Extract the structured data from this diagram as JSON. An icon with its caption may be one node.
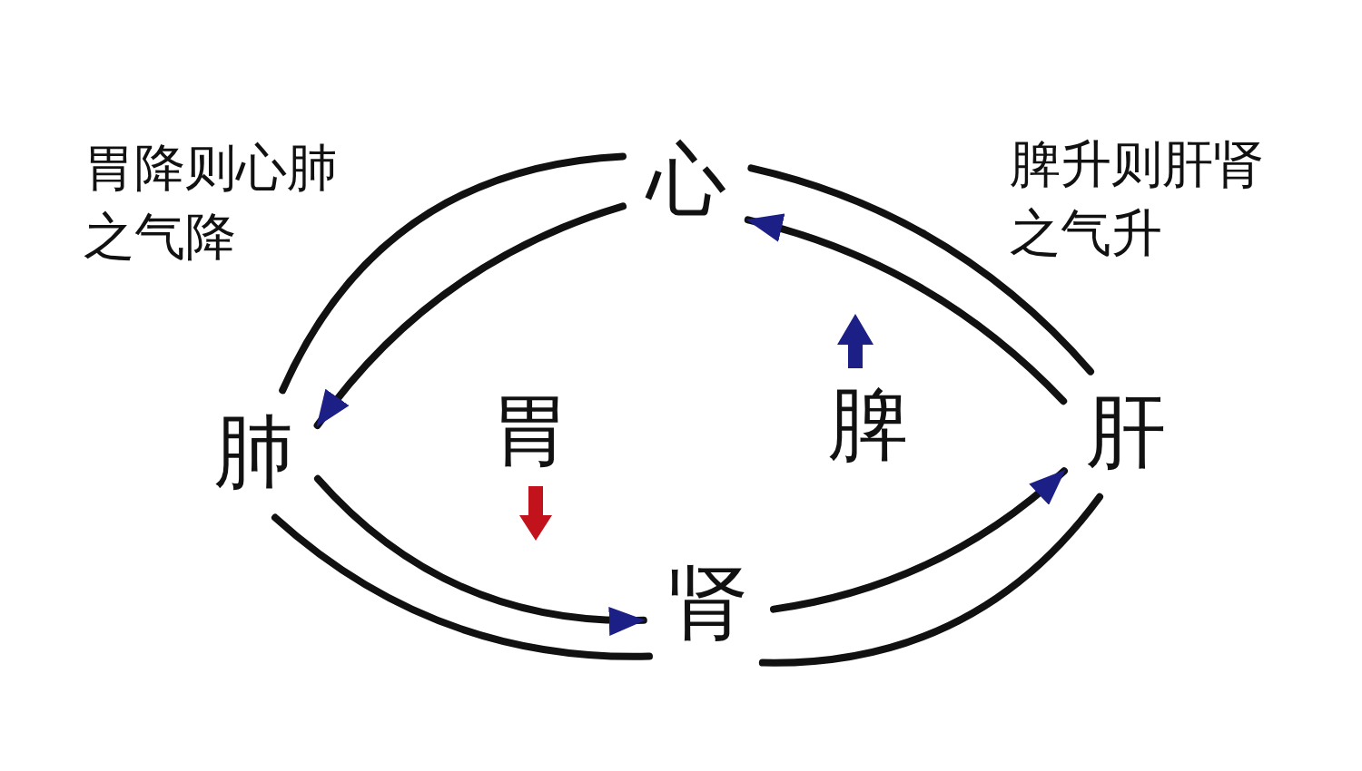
{
  "diagram": {
    "nodes": [
      {
        "text": [
          "心"
        ]
      },
      {
        "text": [
          "肺"
        ]
      },
      {
        "text": [
          "胃"
        ]
      },
      {
        "text": [
          "脾"
        ]
      },
      {
        "text": [
          "肝"
        ]
      },
      {
        "text": [
          "肾"
        ]
      }
    ],
    "edges": [
      {
        "from": 0,
        "to": 1,
        "arrow": "to"
      },
      {
        "from": 1,
        "to": 0,
        "arrow": "none"
      },
      {
        "from": 1,
        "to": 5,
        "arrow": "to"
      },
      {
        "from": 1,
        "to": 5,
        "arrow": "none"
      },
      {
        "from": 5,
        "to": 4,
        "arrow": "to"
      },
      {
        "from": 5,
        "to": 4,
        "arrow": "none"
      },
      {
        "from": 4,
        "to": 0,
        "arrow": "to"
      },
      {
        "from": 4,
        "to": 0,
        "arrow": "none"
      }
    ],
    "labels": [
      "胃降则心肺之气降",
      "脾升则肝肾之气升"
    ]
  }
}
